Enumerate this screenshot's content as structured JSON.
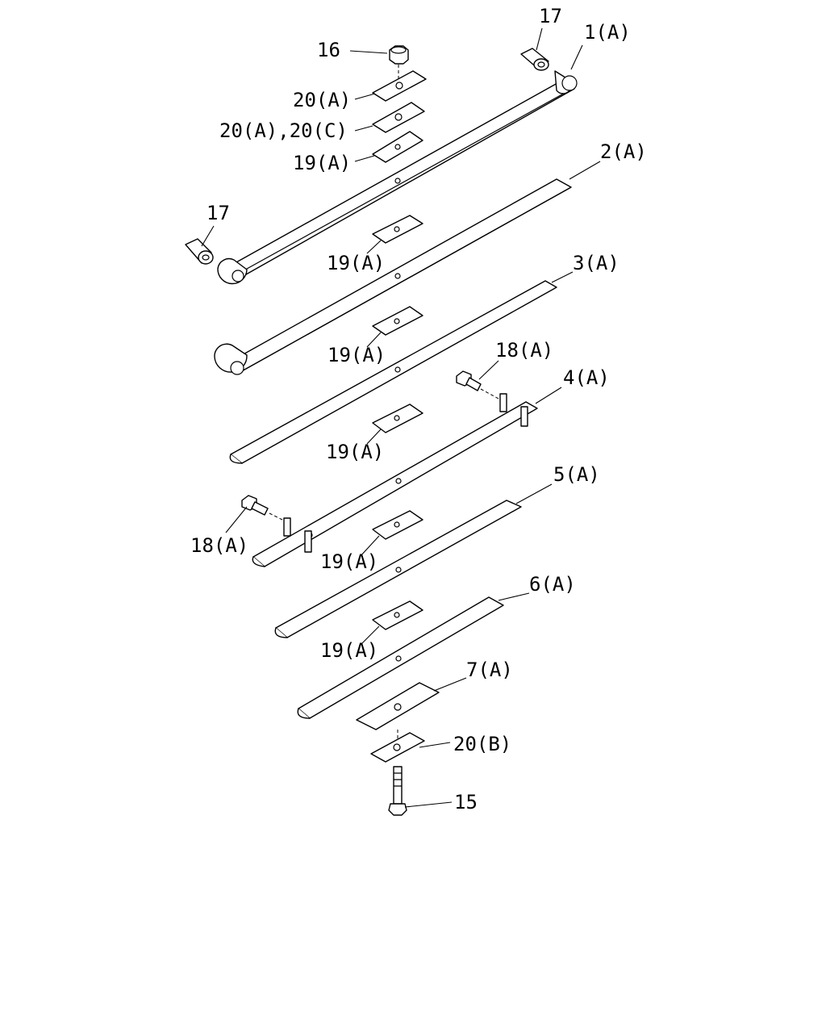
{
  "callouts": {
    "c1a": "1(A)",
    "c2a": "2(A)",
    "c3a": "3(A)",
    "c4a": "4(A)",
    "c5a": "5(A)",
    "c6a": "6(A)",
    "c7a": "7(A)",
    "c15": "15",
    "c16": "16",
    "c17_top": "17",
    "c17_left": "17",
    "c18a_top": "18(A)",
    "c18a_left": "18(A)",
    "c19a_1": "19(A)",
    "c19a_2": "19(A)",
    "c19a_3": "19(A)",
    "c19a_4": "19(A)",
    "c19a_5": "19(A)",
    "c19a_6": "19(A)",
    "c20a_top": "20(A)",
    "c20ac": "20(A),20(C)",
    "c20b": "20(B)"
  }
}
